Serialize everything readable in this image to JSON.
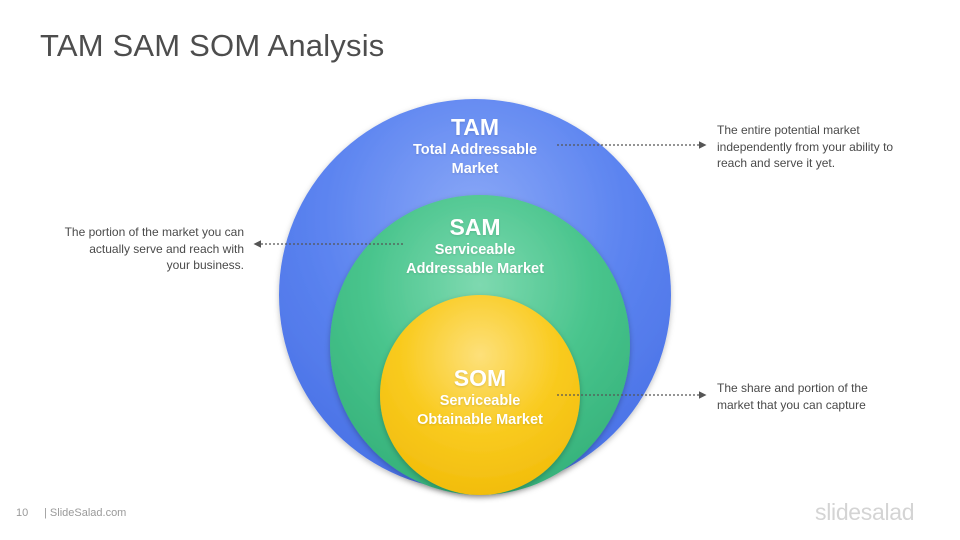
{
  "title": "TAM SAM SOM Analysis",
  "layers": {
    "tam": {
      "abbr": "TAM",
      "line1": "Total Addressable",
      "line2": "Market",
      "color": "#5680f0",
      "description_lines": [
        "The entire potential market",
        "independently from your ability to",
        "reach and serve it yet."
      ]
    },
    "sam": {
      "abbr": "SAM",
      "line1": "Serviceable",
      "line2": "Addressable Market",
      "color": "#45c289",
      "description_lines": [
        "The portion of the market you can",
        "actually serve and reach with",
        "your business."
      ]
    },
    "som": {
      "abbr": "SOM",
      "line1": "Serviceable",
      "line2": "Obtainable Market",
      "color": "#f9c91a",
      "description_lines": [
        "The share and portion of the",
        "market that you can capture"
      ]
    }
  },
  "footer": {
    "page_number": "10",
    "site": "| SlideSalad.com",
    "brand": "slidesalad"
  }
}
